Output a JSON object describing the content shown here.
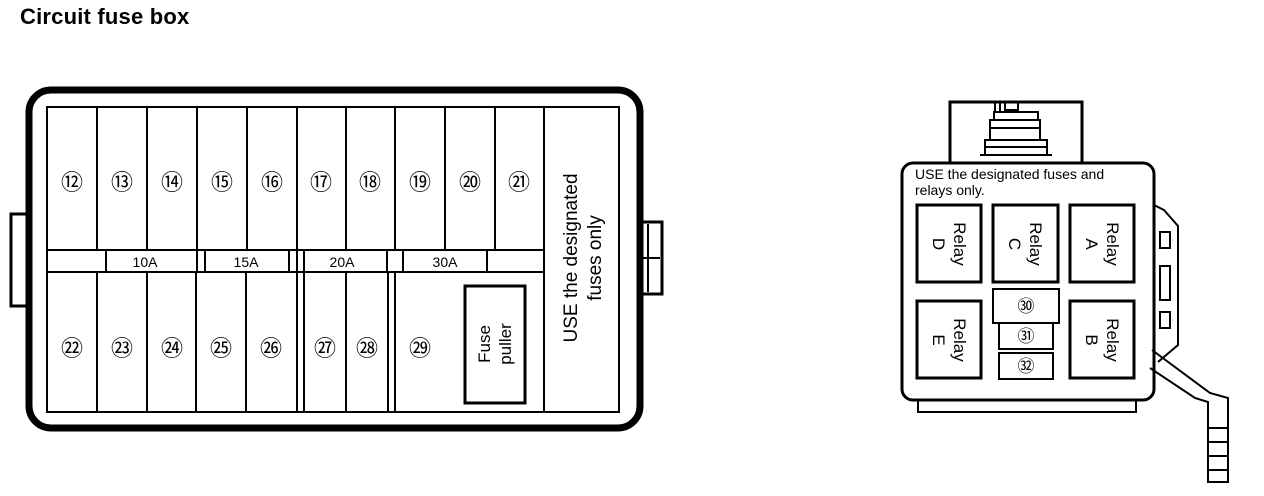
{
  "title": "Circuit fuse box",
  "main_box": {
    "top_fuses": [
      "⑫",
      "⑬",
      "⑭",
      "⑮",
      "⑯",
      "⑰",
      "⑱",
      "⑲",
      "⑳",
      "㉑"
    ],
    "bottom_fuses": [
      "㉒",
      "㉓",
      "㉔",
      "㉕",
      "㉖",
      "㉗",
      "㉘",
      "㉙"
    ],
    "ratings": [
      "10A",
      "15A",
      "20A",
      "30A"
    ],
    "fuse_puller": [
      "Fuse",
      "puller"
    ],
    "note": [
      "USE the designated",
      "fuses only"
    ]
  },
  "relay_box": {
    "note": [
      "USE the designated fuses and",
      "relays only."
    ],
    "relays": {
      "d": [
        "Relay",
        "D"
      ],
      "c": [
        "Relay",
        "C"
      ],
      "a": [
        "Relay",
        "A"
      ],
      "e": [
        "Relay",
        "E"
      ],
      "b": [
        "Relay",
        "B"
      ]
    },
    "small_fuses": [
      "㉚",
      "㉛",
      "㉜"
    ]
  }
}
